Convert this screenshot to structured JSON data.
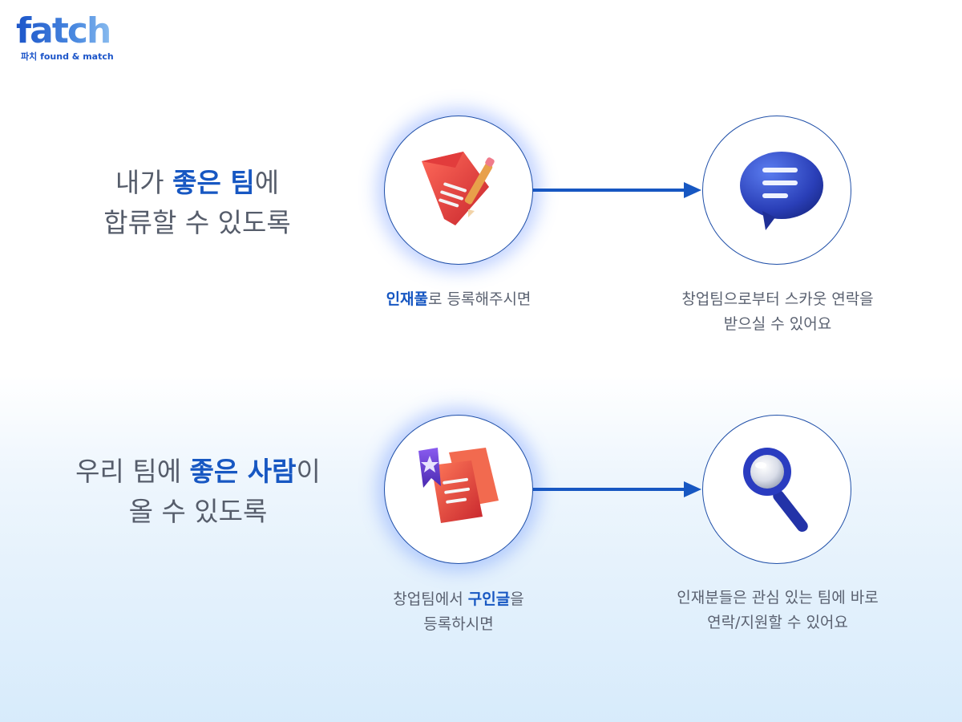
{
  "logo": {
    "word": "fatch",
    "tagline": "파치 found & match"
  },
  "section1": {
    "headline_pre": "내가 ",
    "headline_hl": "좋은 팀",
    "headline_post": "에",
    "headline_line2": "합류할 수 있도록",
    "step1_icon": "pencil-document-icon",
    "step1_hl": "인재풀",
    "step1_rest": "로 등록해주시면",
    "step2_icon": "chat-bubble-icon",
    "step2_line1": "창업팀으로부터 스카웃 연락을",
    "step2_line2": "받으실 수 있어요"
  },
  "section2": {
    "headline_pre": "우리 팀에 ",
    "headline_hl": "좋은 사람",
    "headline_post": "이",
    "headline_line2": "올 수 있도록",
    "step1_icon": "bookmark-documents-icon",
    "step1_pre": "창업팀에서 ",
    "step1_hl": "구인글",
    "step1_post": "을",
    "step1_line2": "등록하시면",
    "step2_icon": "magnifier-icon",
    "step2_line1": "인재분들은 관심 있는 팀에 바로",
    "step2_line2": "연락/지원할 수 있어요"
  },
  "colors": {
    "accent": "#1757c2",
    "text": "#565d6b",
    "circle_border": "#1f4fa8"
  }
}
